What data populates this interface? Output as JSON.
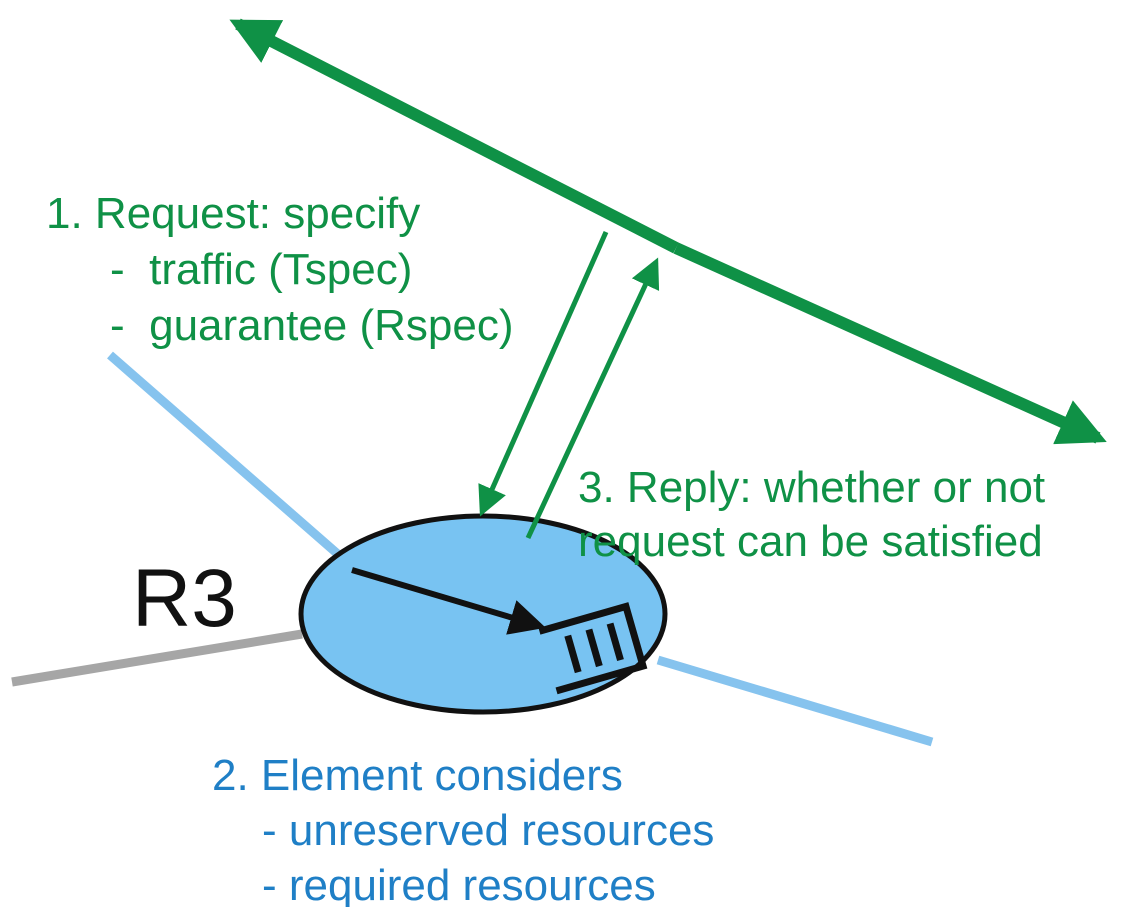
{
  "router": {
    "label": "R3"
  },
  "request": {
    "lines": [
      "1. Request: specify",
      "-  traffic (Tspec)",
      "-  guarantee (Rspec)"
    ]
  },
  "element": {
    "lines": [
      "2. Element considers",
      "- unreserved resources",
      "- required resources"
    ]
  },
  "reply": {
    "lines": [
      "3. Reply: whether or not",
      "request can be satisfied"
    ]
  },
  "colors": {
    "green": "#0f9146",
    "blue_text": "#1f7fc6",
    "router_fill": "#78c3f2",
    "light_blue_line": "#86c3ee",
    "gray_line": "#a6a6a6",
    "black": "#111111"
  }
}
